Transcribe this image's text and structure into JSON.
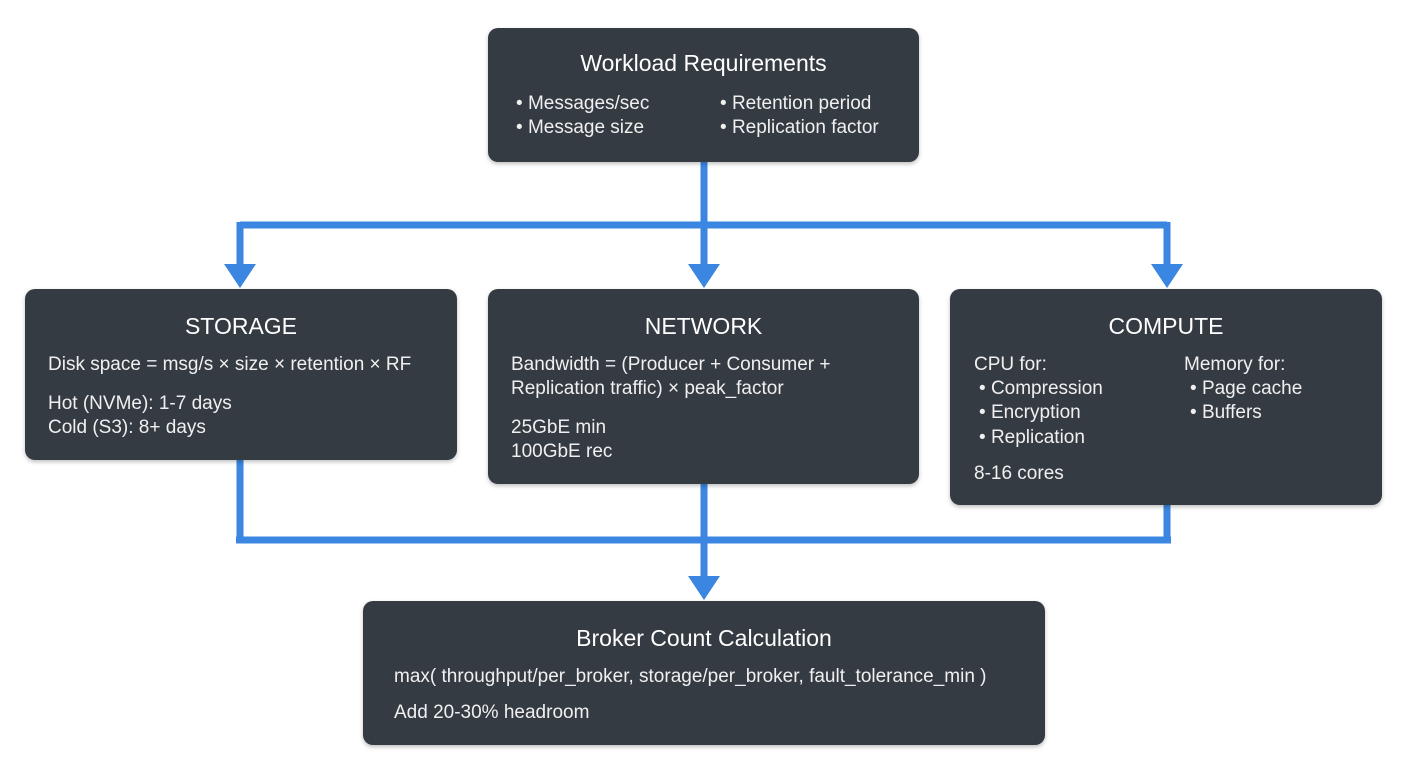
{
  "colors": {
    "box_background": "#353b43",
    "box_text": "#f2f2f2",
    "connector": "#3a86e0",
    "page_background": "#ffffff"
  },
  "workload": {
    "title": "Workload Requirements",
    "left_items": [
      "Messages/sec",
      "Message size"
    ],
    "right_items": [
      "Retention period",
      "Replication factor"
    ]
  },
  "storage": {
    "title": "STORAGE",
    "formula": "Disk space = msg/s × size × retention × RF",
    "hot": "Hot (NVMe): 1-7 days",
    "cold": "Cold (S3): 8+ days"
  },
  "network": {
    "title": "NETWORK",
    "formula_line1": "Bandwidth = (Producer + Consumer +",
    "formula_line2": "Replication traffic) × peak_factor",
    "min": "25GbE min",
    "rec": "100GbE rec"
  },
  "compute": {
    "title": "COMPUTE",
    "cpu_label": "CPU for:",
    "cpu_items": [
      "Compression",
      "Encryption",
      "Replication"
    ],
    "memory_label": "Memory for:",
    "memory_items": [
      "Page cache",
      "Buffers"
    ],
    "cores": "8-16 cores"
  },
  "broker": {
    "title": "Broker Count Calculation",
    "formula": "max( throughput/per_broker, storage/per_broker, fault_tolerance_min )",
    "headroom": "Add 20-30% headroom"
  }
}
